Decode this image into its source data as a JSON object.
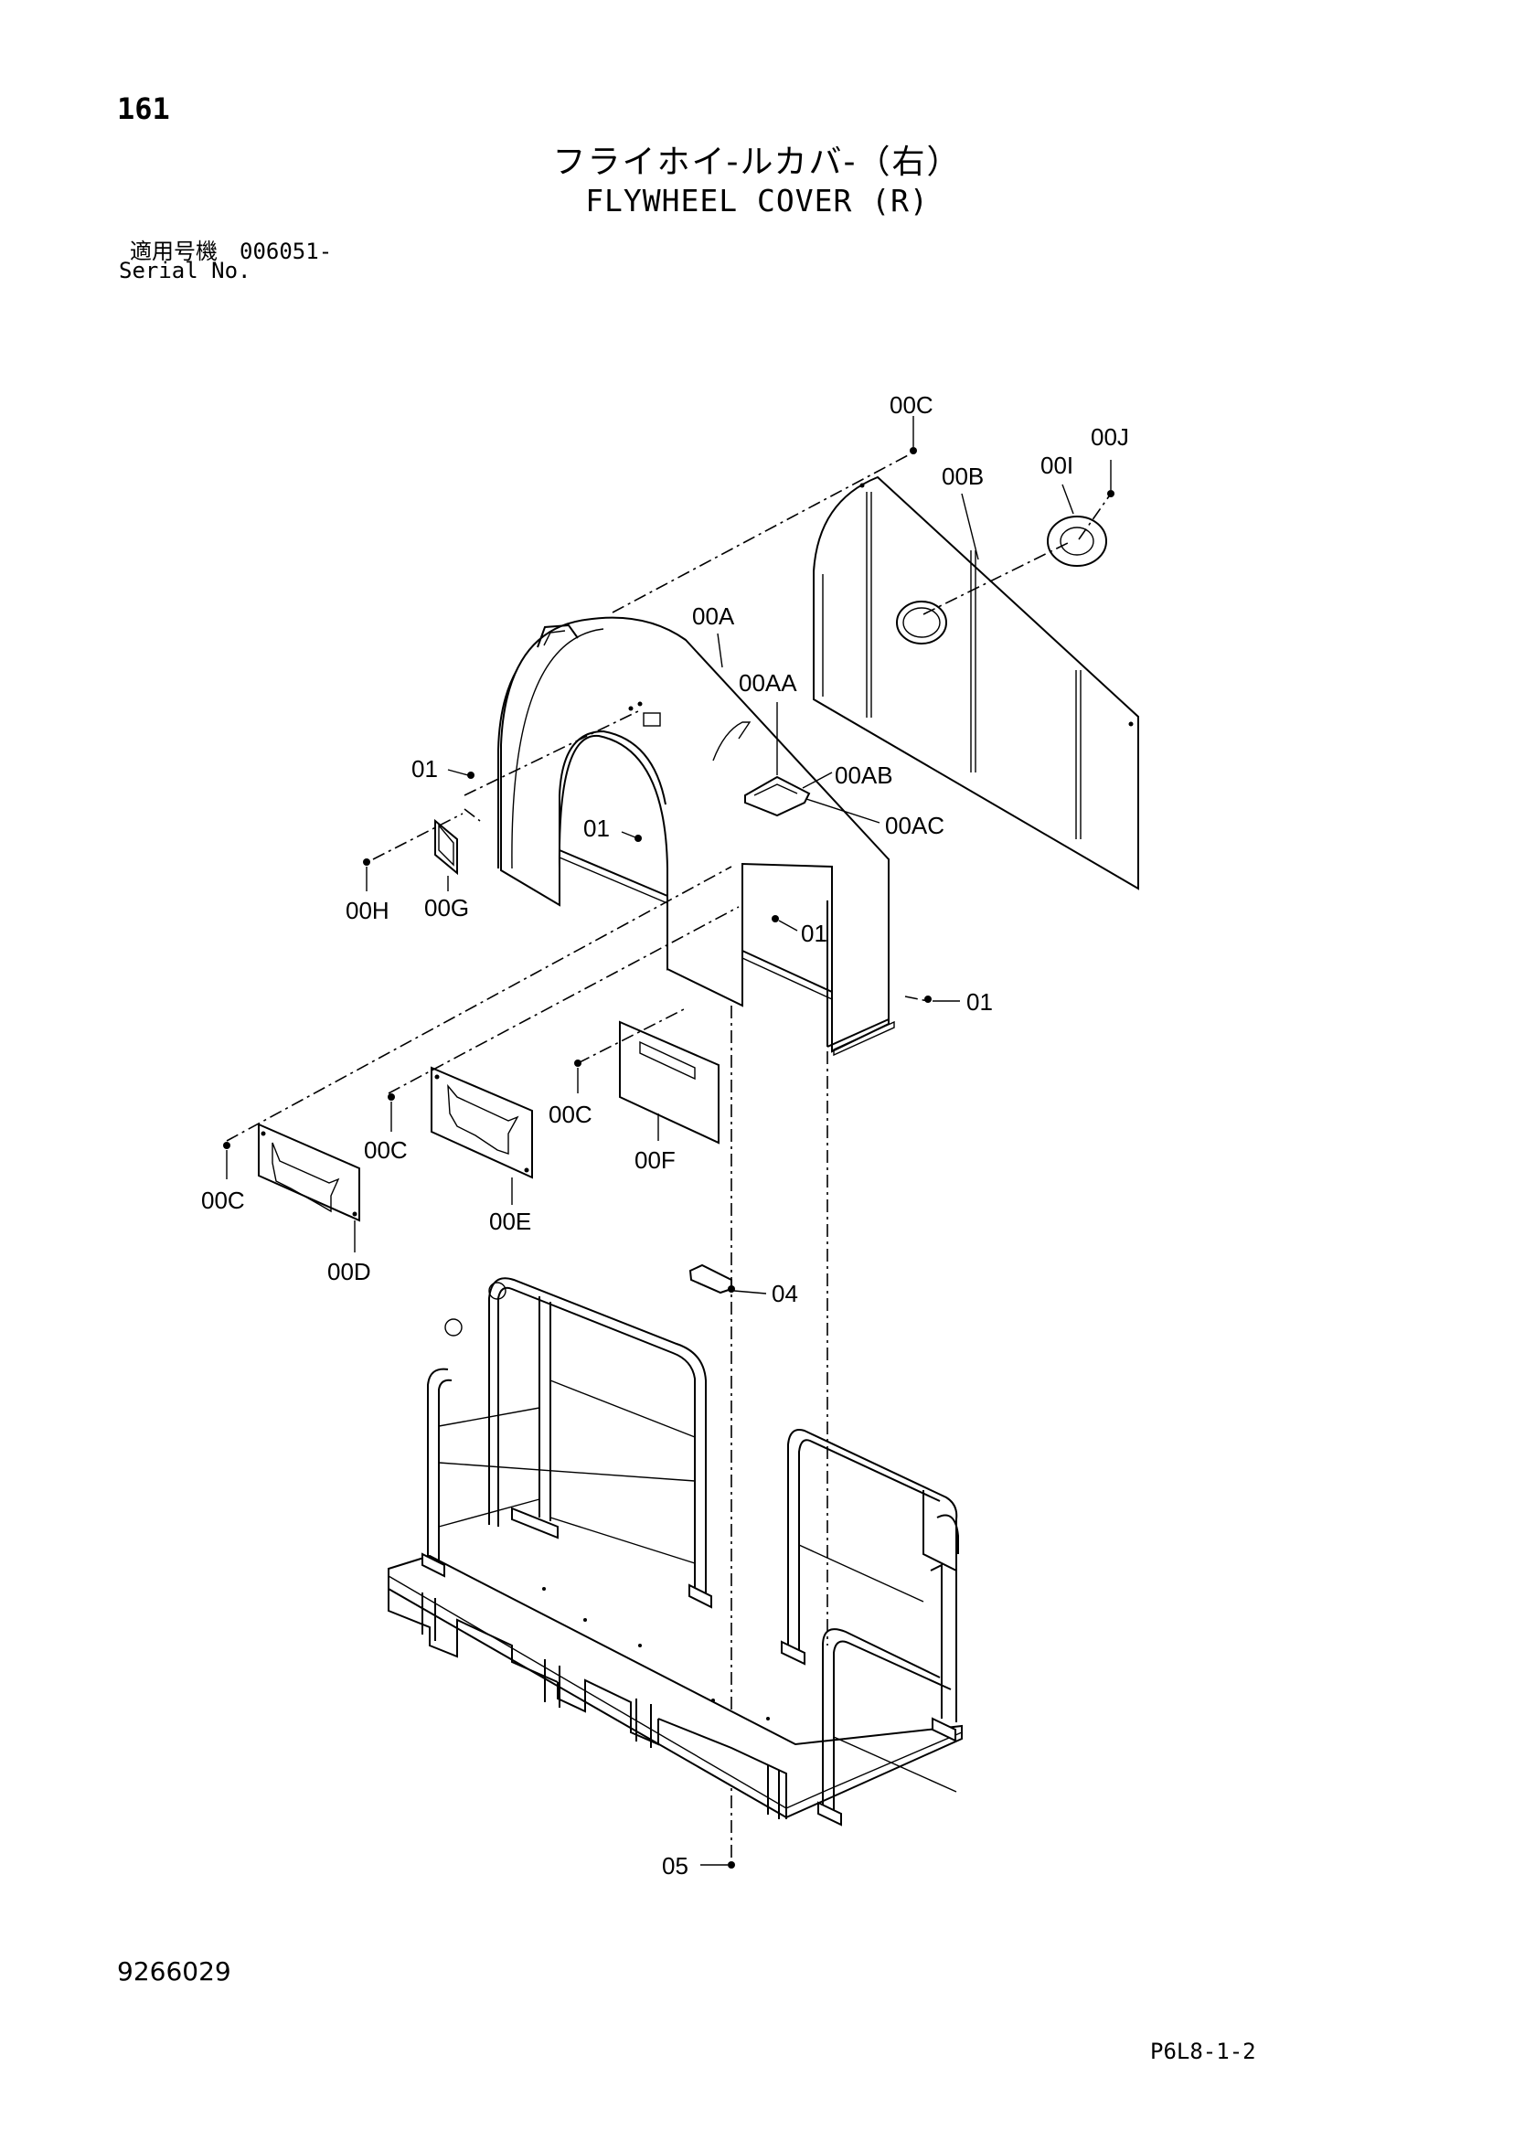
{
  "header": {
    "page_number": "161",
    "title_jp": "フライホイ-ルカバ-（右）",
    "title_en": "FLYWHEEL COVER (R)",
    "serial_jp": "適用号機　006051-",
    "serial_en": "Serial No."
  },
  "footer": {
    "doc_code": "9266029",
    "page_code": "P6L8-1-2"
  },
  "labels": {
    "p00C_top": "00C",
    "p00J": "00J",
    "p00I": "00I",
    "p00B": "00B",
    "p00A": "00A",
    "p00AA": "00AA",
    "p00AB": "00AB",
    "p00AC": "00AC",
    "p01_a": "01",
    "p01_b": "01",
    "p01_c": "01",
    "p01_d": "01",
    "p00H": "00H",
    "p00G": "00G",
    "p00C_f": "00C",
    "p00F": "00F",
    "p00C_e": "00C",
    "p00E": "00E",
    "p00C_d": "00C",
    "p00D": "00D",
    "p04": "04",
    "p05": "05"
  }
}
